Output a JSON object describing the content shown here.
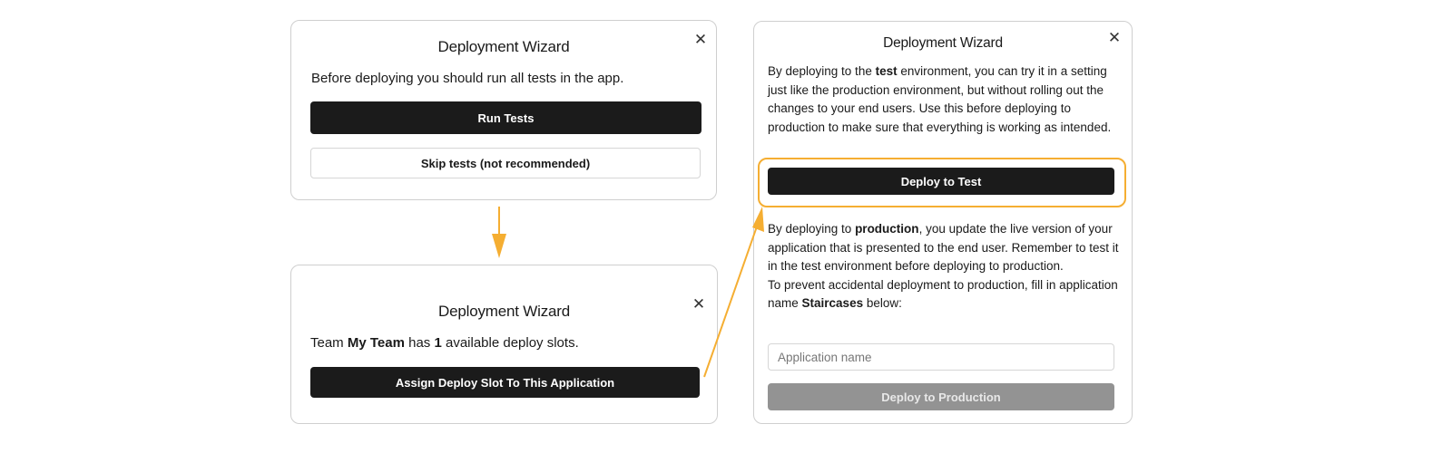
{
  "card_a": {
    "title": "Deployment Wizard",
    "close_glyph": "✕",
    "message": "Before deploying you should run all tests in the app.",
    "run_tests_label": "Run Tests",
    "skip_tests_label": "Skip tests (not recommended)"
  },
  "card_b": {
    "title": "Deployment Wizard",
    "close_glyph": "✕",
    "team_prefix": "Team ",
    "team_name": "My Team",
    "has_text": " has ",
    "slot_count": "1",
    "slots_suffix": " available deploy slots.",
    "assign_label": "Assign Deploy Slot To This Application"
  },
  "card_c": {
    "title": "Deployment Wizard",
    "close_glyph": "✕",
    "test_intro_prefix": "By deploying to the ",
    "test_env_word": "test",
    "test_intro_suffix": " environment, you can try it in a setting just like the production environment, but without rolling out the changes to your end users. Use this before deploying to production to make sure that everything is working as intended.",
    "deploy_test_label": "Deploy to Test",
    "prod_intro_prefix": "By deploying to ",
    "prod_env_word": "production",
    "prod_intro_suffix": ", you update the live version of your application that is presented to the end user. Remember to test it in the test environment before deploying to production.",
    "prevent_prefix": "To prevent accidental deployment to production, fill in application name ",
    "app_name": "Staircases",
    "prevent_suffix": " below:",
    "app_name_placeholder": "Application name",
    "deploy_prod_label": "Deploy to Production"
  },
  "colors": {
    "accent_orange": "#f5ae32",
    "dark_button": "#1b1b1b",
    "disabled_button": "#939393"
  }
}
